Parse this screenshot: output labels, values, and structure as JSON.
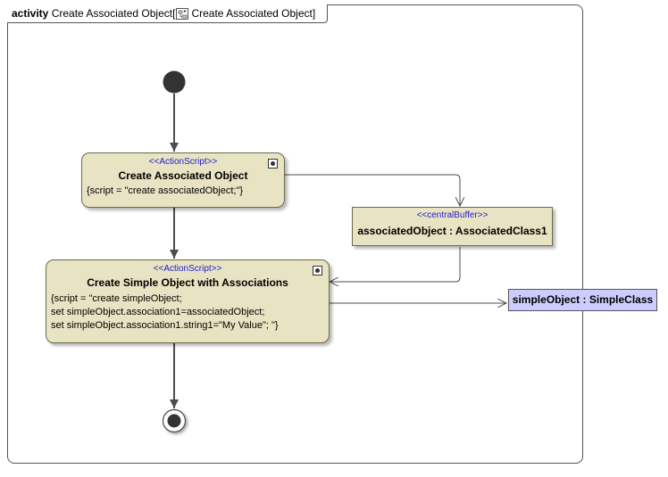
{
  "frame": {
    "keyword": "activity",
    "name": "Create Associated Object",
    "open_bracket": "[",
    "tab_icon": "activity-diagram-icon",
    "tab_label": "Create Associated Object",
    "close_bracket": "]"
  },
  "nodes": {
    "action1": {
      "stereotype": "<<ActionScript>>",
      "name": "Create Associated Object",
      "body": "{script = \"create associatedObject;\"}",
      "icon": "subactivity-icon"
    },
    "buffer": {
      "stereotype": "<<centralBuffer>>",
      "name": "associatedObject : AssociatedClass1"
    },
    "action2": {
      "stereotype": "<<ActionScript>>",
      "name": "Create Simple Object with Associations",
      "body": "{script = \"create simpleObject;\nset simpleObject.association1=associatedObject;\nset simpleObject.association1.string1=\"My Value\"; \"}",
      "icon": "subactivity-icon"
    },
    "output": {
      "name": "simpleObject : SimpleClass"
    }
  },
  "colors": {
    "action_fill": "#e8e3c3",
    "object_fill": "#ccccff",
    "stereotype_text": "#2222cc",
    "edge": "#4d4d4d"
  }
}
